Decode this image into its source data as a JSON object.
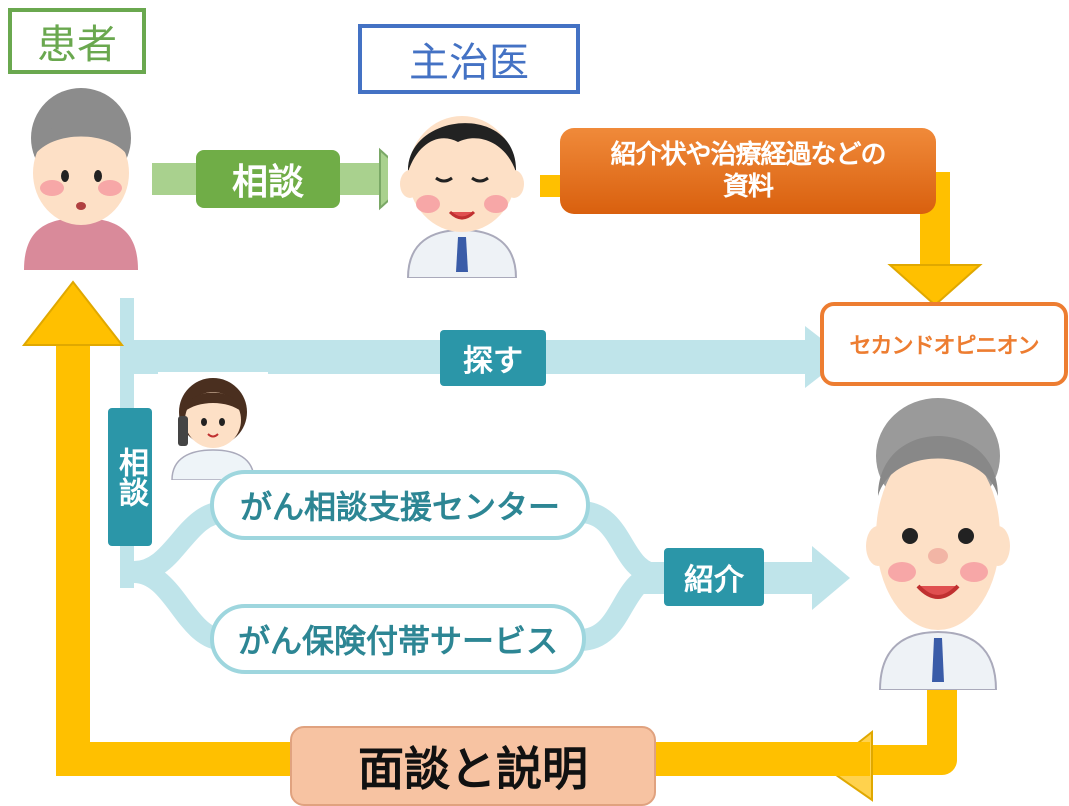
{
  "labels": {
    "patient": "患者",
    "attending_doctor": "主治医",
    "consult_arrow": "相談",
    "documents_line1": "紹介状や治療経過などの",
    "documents_line2": "資料",
    "second_opinion": "セカンドオピニオン",
    "interview": "面談と説明"
  },
  "background_chart": {
    "search": "探す",
    "consult_vertical": "相談",
    "cancer_center": "がん相談支援センター",
    "insurance_service": "がん保険付帯サービス",
    "referral": "紹介"
  },
  "colors": {
    "yellow_arrow": "#ffc000",
    "green_arrow": "#a9d18e",
    "teal": "#2b96a8",
    "light_teal": "#bfe4ea",
    "orange": "#ed7d31"
  },
  "icons": [
    "patient-woman-icon",
    "doctor-man-icon",
    "nurse-phone-icon",
    "elder-doctor-icon"
  ]
}
